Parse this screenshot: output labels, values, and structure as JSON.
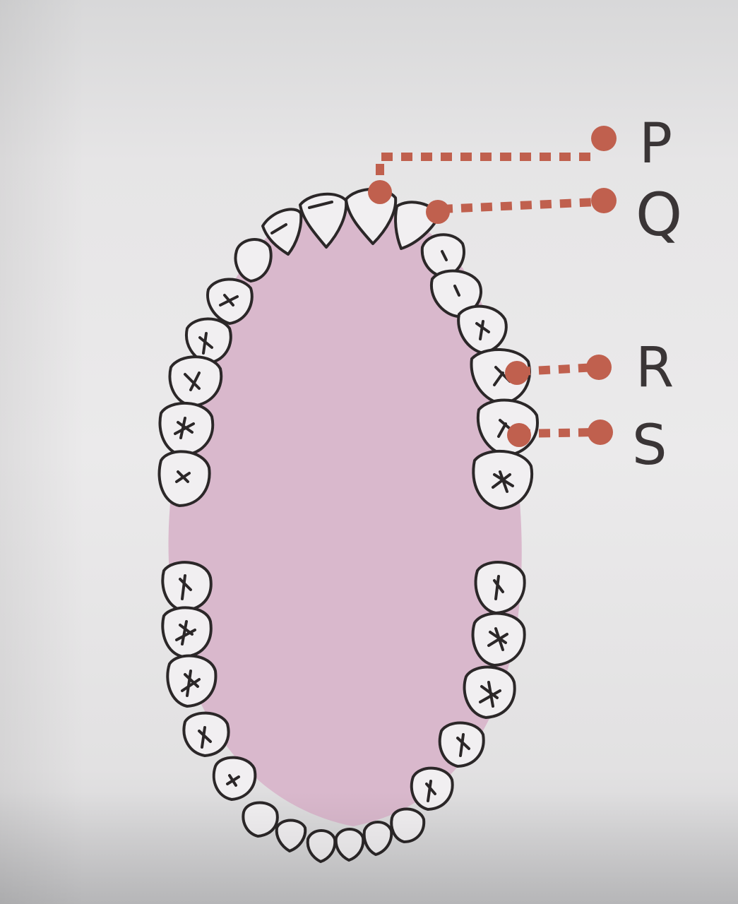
{
  "labels": {
    "p": "P",
    "q": "Q",
    "r": "R",
    "s": "S"
  },
  "colors": {
    "palate": "#d9b8cc",
    "tooth_fill": "#f1eff1",
    "tooth_outline": "#2b2728",
    "leader": "#c0604e",
    "label_text": "#3a3536"
  }
}
